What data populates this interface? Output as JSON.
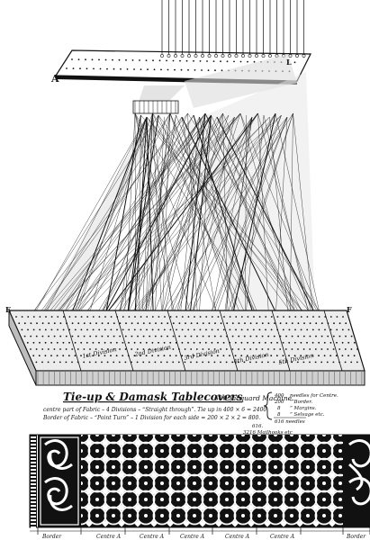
{
  "diagram": {
    "title": "Tie-up & Damask Tablecovers",
    "machine": "600 Jacquard Machine.",
    "top_corner_labels": {
      "left": "A",
      "right": "L"
    },
    "harness_end_labels": {
      "left": "E",
      "right": "F"
    },
    "notes": [
      "centre part of Fabric – 4 Divisions – “Straight through”. Tie up in 400 × 6 = 2400.",
      "Border of Fabric – “Point Turn” – 1 Division for each side = 200 × 2 × 2 = 800."
    ],
    "tally": {
      "rows": [
        {
          "value": "400",
          "text": "needles for Centre."
        },
        {
          "value": "200",
          "text": "” Border."
        },
        {
          "value": "8",
          "text": "” Margins."
        },
        {
          "value": "8",
          "text": "” Selvage etc."
        }
      ],
      "total": "616 needles",
      "total2": "616.",
      "note": "3216 Mailhooks etc"
    },
    "division_labels": [
      "1st Division",
      "2nd Division",
      "3rd Division",
      "4th Division",
      "5th Division"
    ],
    "bottom_labels": [
      "Border",
      "Centre A",
      "Centre A",
      "Centre A",
      "Centre A",
      "Centre A",
      "Border"
    ]
  }
}
